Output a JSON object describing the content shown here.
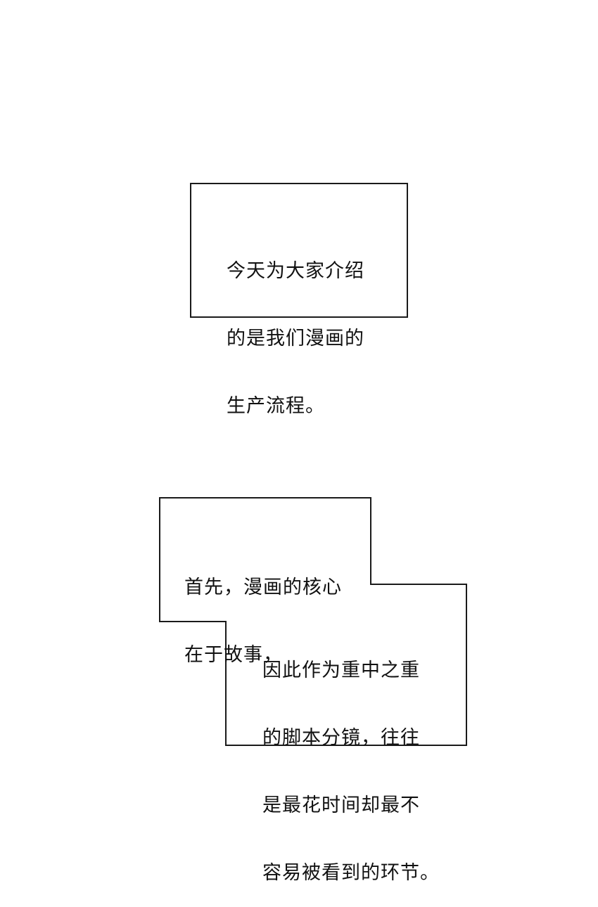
{
  "panel_1": {
    "lines": [
      "今天为大家介绍",
      "的是我们漫画的",
      "生产流程。"
    ]
  },
  "panel_2": {
    "upper_lines": [
      "首先，漫画的核心",
      "在于故事，"
    ],
    "lower_lines": [
      "因此作为重中之重",
      "的脚本分镜，往往",
      "是最花时间却最不",
      "容易被看到的环节。"
    ]
  },
  "colors": {
    "background": "#ffffff",
    "border": "#1a1a1a",
    "text": "#111111"
  }
}
